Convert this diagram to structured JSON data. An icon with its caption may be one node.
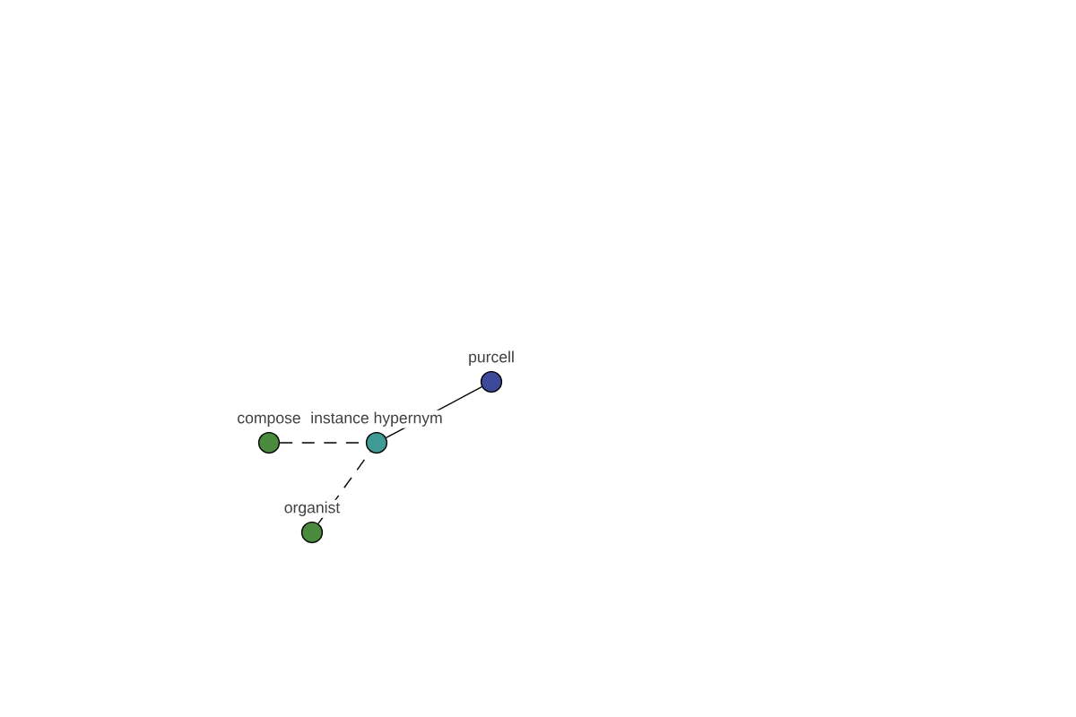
{
  "diagram": {
    "nodes": [
      {
        "text": [
          "compose"
        ]
      },
      {
        "text": [
          "instance hypernym"
        ]
      },
      {
        "text": [
          "purcell"
        ]
      },
      {
        "text": [
          "organist"
        ]
      }
    ],
    "edges": [
      {
        "from": 1,
        "to": 2,
        "arrow": "none"
      },
      {
        "from": 0,
        "to": 1,
        "arrow": "none",
        "style": "dashed"
      },
      {
        "from": 3,
        "to": 1,
        "arrow": "none",
        "style": "dashed"
      }
    ]
  }
}
